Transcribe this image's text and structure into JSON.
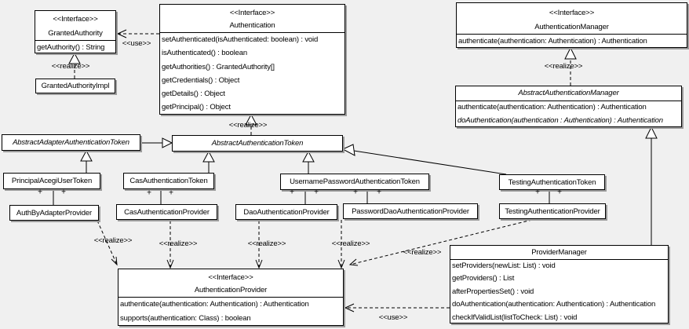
{
  "stereotypes": {
    "interface": "<<Interface>>",
    "use": "<<use>>",
    "realize": "<<realize>>"
  },
  "markers": {
    "plus": "+"
  },
  "colors": {
    "background": "#f0f0f0",
    "box_fill": "#ffffff",
    "line": "#000000",
    "shadow": "#9b9b9b"
  },
  "classes": {
    "granted_authority": {
      "stereotype": "<<Interface>>",
      "name": "GrantedAuthority",
      "methods": [
        "getAuthority() : String"
      ]
    },
    "granted_authority_impl": {
      "name": "GrantedAuthorityImpl"
    },
    "authentication": {
      "stereotype": "<<Interface>>",
      "name": "Authentication",
      "methods": [
        "setAuthenticated(isAuthenticated: boolean) : void",
        "isAuthenticated() : boolean",
        "getAuthorities() : GrantedAuthority[]",
        "getCredentials() : Object",
        "getDetails() : Object",
        "getPrincipal() : Object"
      ]
    },
    "authentication_manager": {
      "stereotype": "<<Interface>>",
      "name": "AuthenticationManager",
      "methods": [
        "authenticate(authentication: Authentication) : Authentication"
      ]
    },
    "abstract_authentication_manager": {
      "name": "AbstractAuthenticationManager",
      "methods": [
        "authenticate(authentication: Authentication) : Authentication",
        "doAuthentication(authentication : Authentication) : Authentication"
      ]
    },
    "abstract_adapter_authentication_token": {
      "name": "AbstractAdapterAuthenticationToken"
    },
    "abstract_authentication_token": {
      "name": "AbstractAuthenticationToken"
    },
    "principal_acegi_user_token": {
      "name": "PrincipalAcegiUserToken"
    },
    "cas_authentication_token": {
      "name": "CasAuthenticationToken"
    },
    "username_password_authentication_token": {
      "name": "UsernamePasswordAuthenticationToken"
    },
    "testing_authentication_token": {
      "name": "TestingAuthenticationToken"
    },
    "auth_by_adapter_provider": {
      "name": "AuthByAdapterProvider"
    },
    "cas_authentication_provider": {
      "name": "CasAuthenticationProvider"
    },
    "dao_authentication_provider": {
      "name": "DaoAuthenticationProvider"
    },
    "password_dao_authentication_provider": {
      "name": "PasswordDaoAuthenticationProvider"
    },
    "testing_authentication_provider": {
      "name": "TestingAuthenticationProvider"
    },
    "authentication_provider": {
      "stereotype": "<<Interface>>",
      "name": "AuthenticationProvider",
      "methods": [
        "authenticate(authentication: Authentication) : Authentication",
        "supports(authentication: Class) : boolean"
      ]
    },
    "provider_manager": {
      "name": "ProviderManager",
      "methods": [
        "setProviders(newList: List) : void",
        "getProviders() : List",
        "afterPropertiesSet() : void",
        "doAuthentication(authentication: Authentication) : Authentication",
        "checkIfValidList(listToCheck: List) : void"
      ]
    }
  }
}
